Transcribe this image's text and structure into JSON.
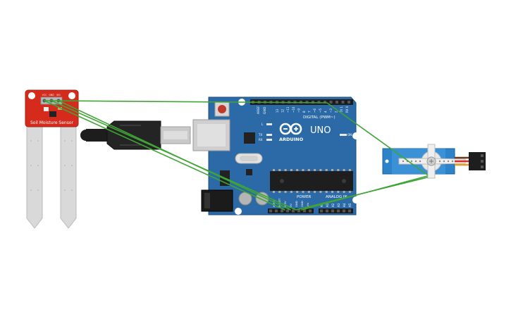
{
  "sensor": {
    "title": "Soil Moisture Sensor",
    "pins": [
      "VCC",
      "GND",
      "SIG"
    ]
  },
  "arduino": {
    "brand": "ARDUINO",
    "model": "UNO",
    "digital_label": "DIGITAL (PWM~)",
    "power_label": "POWER",
    "analog_label": "ANALOG IN",
    "on_label": "ON",
    "l_label": "L",
    "tx_label": "TX",
    "rx_label": "RX",
    "aref_label": "AREF",
    "gnd_label": "GND",
    "digital_pins": [
      "13",
      "12",
      "~11",
      "~10",
      "~9",
      "8",
      "7",
      "~6",
      "~5",
      "4",
      "~3",
      "2",
      "TX 1",
      "RX 0"
    ],
    "power_pins": [
      "IOREF",
      "RESET",
      "3.3V",
      "5V",
      "GND",
      "GND",
      "Vin"
    ],
    "analog_pins": [
      "A0",
      "A1",
      "A2",
      "A3",
      "A4",
      "A5"
    ]
  },
  "colors": {
    "wire": "#3fa535",
    "board": "#2b6aa6",
    "sensor_board": "#d42b1d",
    "servo_body": "#2d83c9"
  }
}
